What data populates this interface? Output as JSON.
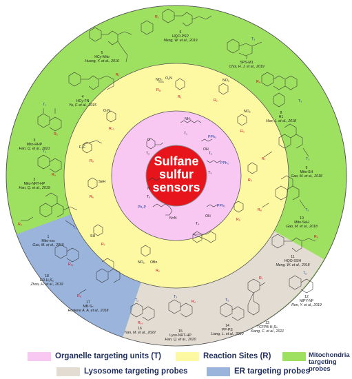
{
  "center": {
    "line1": "Sulfane",
    "line2": "sulfur",
    "line3": "sensors"
  },
  "colors": {
    "outer_green": "#9ee060",
    "reaction_yellow": "#fdf8a2",
    "organelle_pink": "#f8c8f2",
    "lysosome_taupe": "#e2dcd2",
    "er_blue": "#9ab4dc",
    "center_red": "#e8141b",
    "accent_red": "#d0021b",
    "accent_blue": "#1f3f9f"
  },
  "legend": [
    {
      "label": "Organelle targeting units (T)",
      "color": "#f8c8f2"
    },
    {
      "label": "Reaction Sites (R)",
      "color": "#fdf8a2"
    },
    {
      "label": "Mitochondria targeting probes",
      "color": "#9ee060"
    },
    {
      "label": "Lysosome targeting probes",
      "color": "#e2dcd2"
    },
    {
      "label": "ER targeting probes",
      "color": "#9ab4dc"
    }
  ],
  "t_units": {
    "t1": "T₁",
    "t2": "T₂",
    "t3": "T₃",
    "t4": "T₄",
    "t5": "T₅"
  },
  "r_sites": {
    "r1": "R₁",
    "r2": "R₂",
    "r3": "R₃",
    "r4": "R₄",
    "r5": "R₅",
    "r6": "R₆",
    "r7": "R₇",
    "r8": "R₈",
    "r9": "R₉",
    "r10": "R₁₀",
    "r11": "R₁₁"
  },
  "probes": [
    {
      "num": "1",
      "name": "Mito-xss",
      "cite": "Gao, M. et al., 2015"
    },
    {
      "num": "2",
      "name": "Mito-NRT-HP",
      "cite": "Han, Q. et al., 2019"
    },
    {
      "num": "3",
      "name": "Mito-RHP",
      "cite": "Han, Q. et al., 2021"
    },
    {
      "num": "4",
      "name": "HCy-FN",
      "cite": "Yu, F. et al., 2015"
    },
    {
      "num": "5",
      "name": "HCy-Mito",
      "cite": "Huang, Y. et al., 2016"
    },
    {
      "num": "6",
      "name": "HQO-PSP",
      "cite": "Meng, W. et al., 2019"
    },
    {
      "num": "7",
      "name": "SPS-M1",
      "cite": "Choi, H. J. et al., 2019"
    },
    {
      "num": "8",
      "name": "H1",
      "cite": "Han, L. et al., 2018"
    },
    {
      "num": "9",
      "name": "Mito-SH",
      "cite": "Gao, M. et al., 2018"
    },
    {
      "num": "10",
      "name": "Mito-SeH",
      "cite": "Gao, M. et al., 2018"
    },
    {
      "num": "11",
      "name": "HQO-SSH",
      "cite": "Meng, W. et al., 2018"
    },
    {
      "num": "12",
      "name": "NIPY-NF",
      "cite": "Ren, Y. et al., 2019"
    },
    {
      "num": "13",
      "name": "TCFPB-H₂Sₙ",
      "cite": "Xiang, C. et al., 2021"
    },
    {
      "num": "14",
      "name": "PP-PS",
      "cite": "Liang, L. et al., 2020"
    },
    {
      "num": "15",
      "name": "Lyso-NRT-HP",
      "cite": "Han, Q. et al., 2020"
    },
    {
      "num": "16",
      "name": "",
      "cite": "Tian, M. et al., 2022"
    },
    {
      "num": "17",
      "name": "MB-Sₙ",
      "cite": "Hoskere A. A. et al., 2018"
    },
    {
      "num": "18",
      "name": "ER-H₂S₂",
      "cite": "Zhou, H. et al., 2019"
    }
  ]
}
